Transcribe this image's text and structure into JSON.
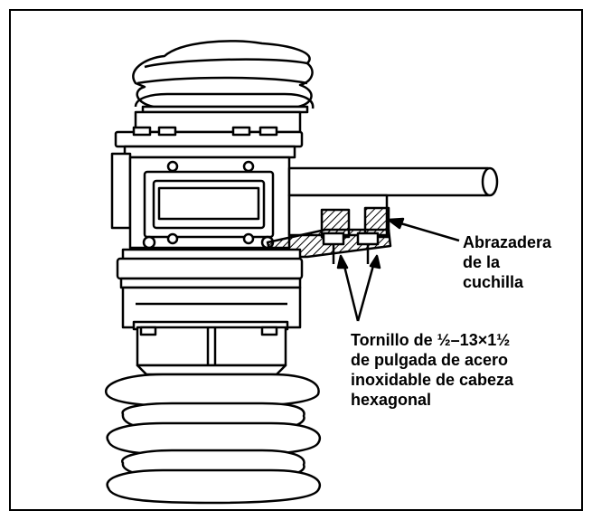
{
  "labels": {
    "clamp": [
      "Abrazadera",
      "de la",
      "cuchilla"
    ],
    "bolt": [
      "Tornillo de ½–13×1½",
      "de pulgada de acero",
      "inoxidable de cabeza",
      "hexagonal"
    ]
  },
  "colors": {
    "line": "#000000",
    "fill": "#ffffff"
  }
}
